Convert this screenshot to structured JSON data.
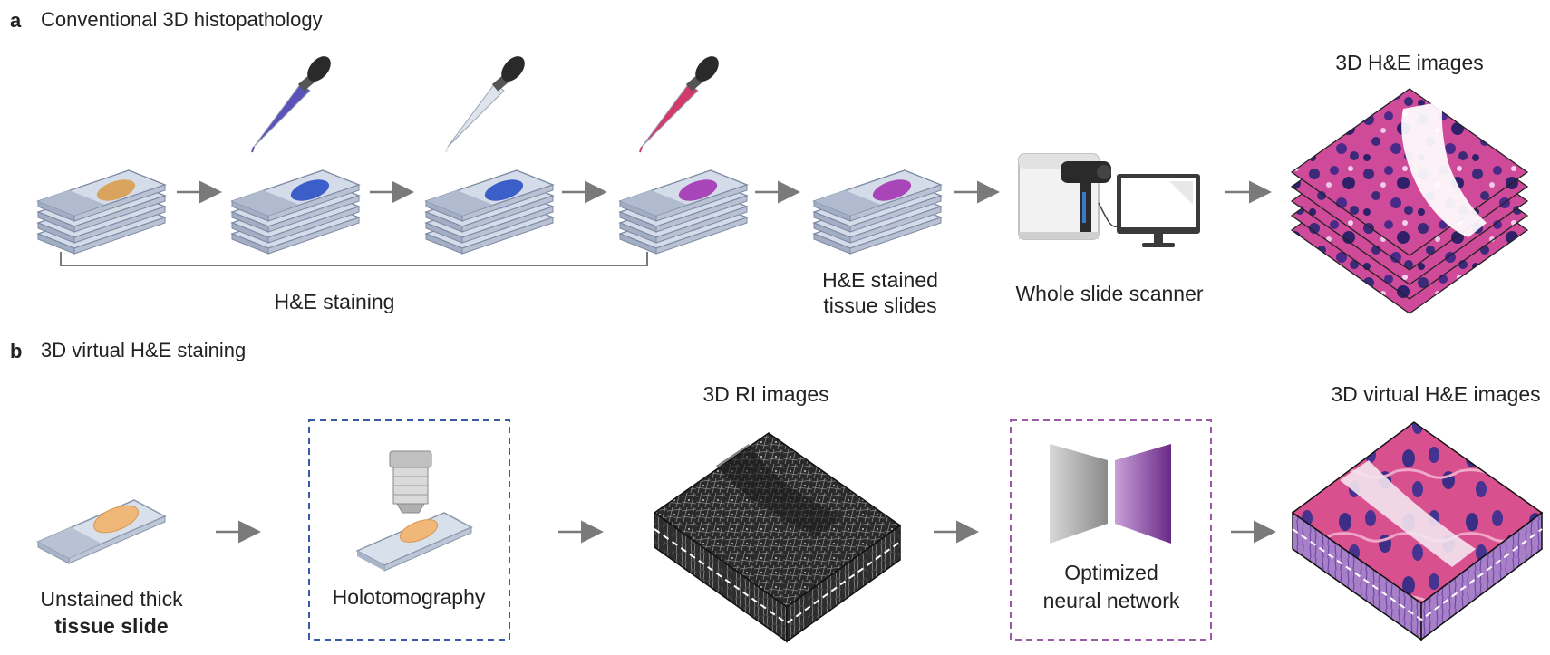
{
  "panel_a": {
    "letter": "a",
    "title": "Conventional 3D histopathology",
    "staining_label": "H&E staining",
    "stained_slides_label_line1": "H&E stained",
    "stained_slides_label_line2": "tissue slides",
    "scanner_label": "Whole slide scanner",
    "he_images_label": "3D H&E images",
    "dye_colors": [
      "#5a52b8",
      "#dfe4ec",
      "#d23a6a"
    ],
    "stain_colors": [
      "#d9a55e",
      "#3c5ec8",
      "#3c5ec8",
      "#a845b8",
      "#a845b8"
    ]
  },
  "panel_b": {
    "letter": "b",
    "title": "3D virtual H&E staining",
    "unstained_label_line1": "Unstained thick",
    "unstained_label_line2": "tissue slide",
    "holotomography_label": "Holotomography",
    "ri_images_label": "3D RI images",
    "network_label_line1": "Optimized",
    "network_label_line2": "neural network",
    "virtual_he_label": "3D virtual H&E images",
    "holo_box_color": "#3a5aa8",
    "network_box_color": "#9a5aa8"
  }
}
